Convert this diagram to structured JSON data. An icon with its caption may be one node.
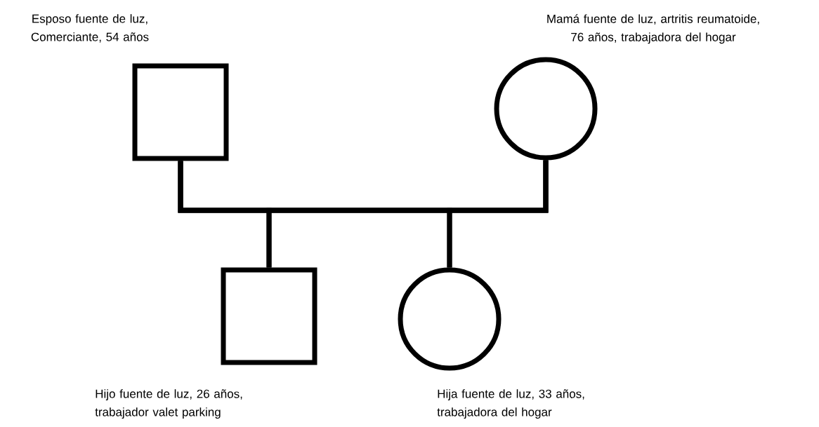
{
  "diagram": {
    "nodes": [
      {
        "text": [],
        "shape": "box",
        "beside": [
          "Esposo fuente de luz, Comerciante, 54 años"
        ]
      },
      {
        "text": [],
        "shape": "circle",
        "beside": [
          "Mamá fuente de luz, artritis reumatoide, 76 años, trabajadora del hogar"
        ]
      },
      {
        "text": [],
        "shape": "box",
        "beside": [
          "Hijo fuente de luz, 26 años, trabajador valet parking"
        ]
      },
      {
        "text": [],
        "shape": "circle",
        "beside": [
          "Hija fuente de luz, 33 años, trabajadora del hogar"
        ]
      }
    ],
    "edges": [
      {
        "from": 0,
        "to": 1,
        "arrow": "none"
      },
      {
        "from": 0,
        "to": 2,
        "arrow": "none"
      },
      {
        "from": 1,
        "to": 2,
        "arrow": "none"
      },
      {
        "from": 0,
        "to": 3,
        "arrow": "none"
      },
      {
        "from": 1,
        "to": 3,
        "arrow": "none"
      }
    ]
  }
}
